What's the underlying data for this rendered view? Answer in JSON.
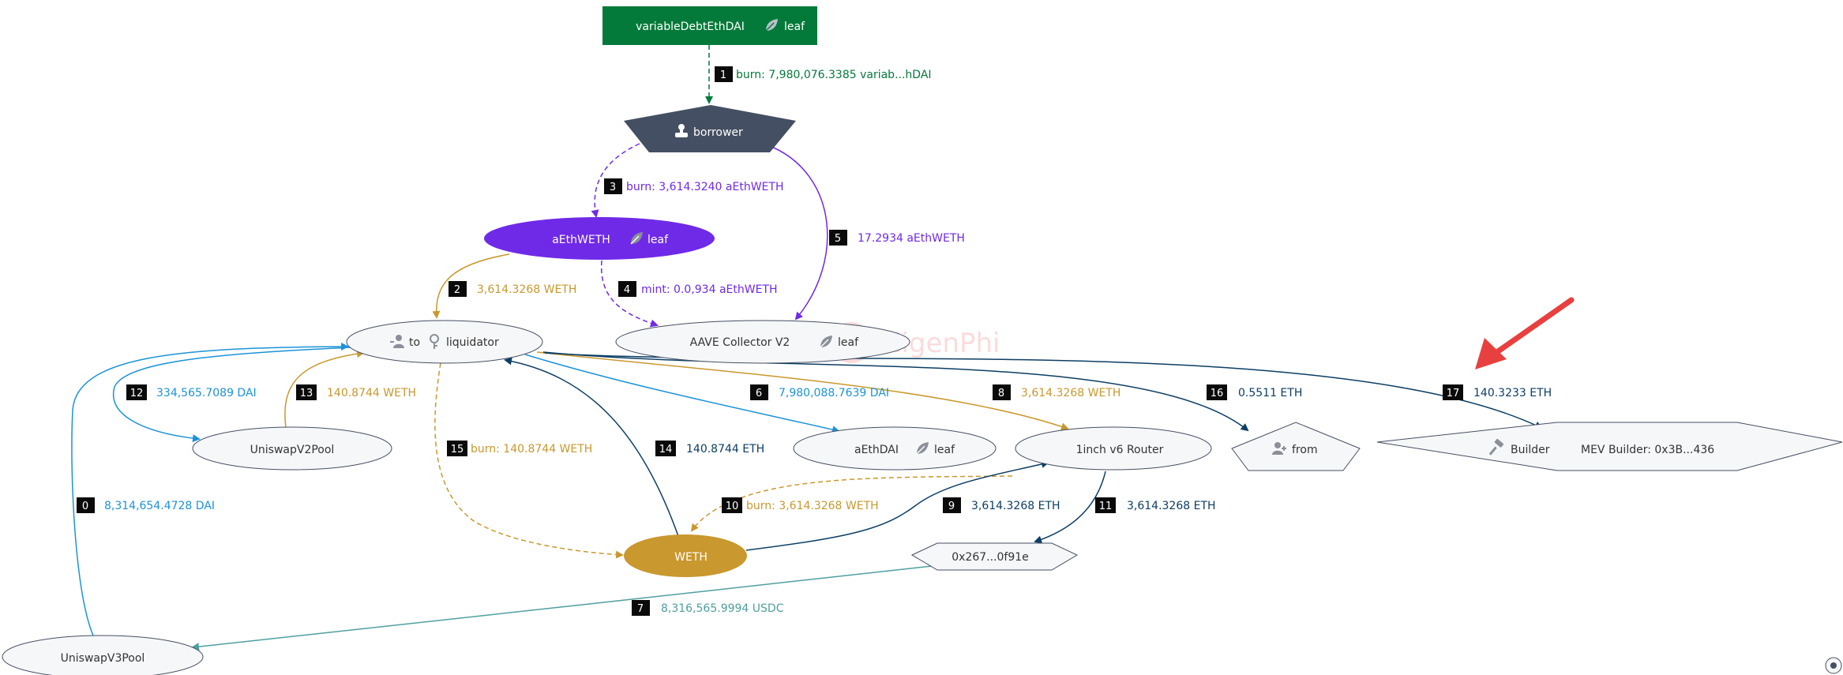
{
  "colors": {
    "green": "#047a3a",
    "purple": "#6f2ae8",
    "gold": "#c9982e",
    "navy": "#0c3e64",
    "blue": "#1c93d8",
    "teal": "#4f9fa0",
    "dark": "#454f63",
    "node_fill": "#f6f7f9",
    "node_stroke": "#454f63",
    "badge": "#0a0a0a",
    "arrow_red": "#e8403e"
  },
  "nodes": {
    "variable_debt": {
      "label": "variableDebtEthDAI",
      "tag": "leaf",
      "icon": "leaf-icon"
    },
    "borrower": {
      "label": "borrower",
      "icon": "borrower-icon"
    },
    "aethweth": {
      "label": "aEthWETH",
      "tag": "leaf",
      "icon": "leaf-icon"
    },
    "liquidator": {
      "to": "to",
      "label": "liquidator",
      "icons": [
        "user-to-icon",
        "key-icon"
      ]
    },
    "aave_collector": {
      "label": "AAVE Collector V2",
      "tag": "leaf",
      "icon": "leaf-icon"
    },
    "uniswap_v2": {
      "label": "UniswapV2Pool"
    },
    "aethdai": {
      "label": "aEthDAI",
      "tag": "leaf",
      "icon": "leaf-icon"
    },
    "oneinch": {
      "label": "1inch v6 Router"
    },
    "from": {
      "label": "from",
      "icon": "user-add-icon"
    },
    "builder": {
      "label": "Builder",
      "sublabel": "MEV Builder: 0x3B...436",
      "icon": "hammer-icon"
    },
    "weth": {
      "label": "WETH"
    },
    "addr_0x267": {
      "label": "0x267...0f91e"
    },
    "uniswap_v3": {
      "label": "UniswapV3Pool"
    }
  },
  "watermark": "EigenPhi",
  "edges": [
    {
      "badge": "0",
      "label": "8,314,654.4728 DAI",
      "color": "blue"
    },
    {
      "badge": "1",
      "label": "burn:  7,980,076.3385 variab...hDAI",
      "color": "green"
    },
    {
      "badge": "2",
      "label": "3,614.3268 WETH",
      "color": "gold"
    },
    {
      "badge": "3",
      "label": "burn:  3,614.3240 aEthWETH",
      "color": "purple"
    },
    {
      "badge": "4",
      "label": "mint:  0.0,934 aEthWETH",
      "color": "purple"
    },
    {
      "badge": "5",
      "label": "17.2934 aEthWETH",
      "color": "purple"
    },
    {
      "badge": "6",
      "label": "7,980,088.7639 DAI",
      "color": "blue"
    },
    {
      "badge": "7",
      "label": "8,316,565.9994 USDC",
      "color": "teal"
    },
    {
      "badge": "8",
      "label": "3,614.3268 WETH",
      "color": "gold"
    },
    {
      "badge": "9",
      "label": "3,614.3268 ETH",
      "color": "navy"
    },
    {
      "badge": "10",
      "label": "burn:  3,614.3268 WETH",
      "color": "gold"
    },
    {
      "badge": "11",
      "label": "3,614.3268 ETH",
      "color": "navy"
    },
    {
      "badge": "12",
      "label": "334,565.7089 DAI",
      "color": "blue"
    },
    {
      "badge": "13",
      "label": "140.8744 WETH",
      "color": "gold"
    },
    {
      "badge": "14",
      "label": "140.8744 ETH",
      "color": "navy"
    },
    {
      "badge": "15",
      "label": "burn:  140.8744 WETH",
      "color": "gold"
    },
    {
      "badge": "16",
      "label": "0.5511 ETH",
      "color": "navy"
    },
    {
      "badge": "17",
      "label": "140.3233 ETH",
      "color": "navy"
    }
  ]
}
